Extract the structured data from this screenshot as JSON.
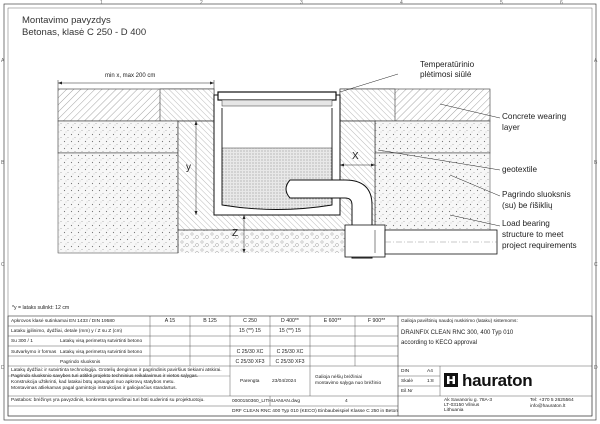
{
  "title": {
    "line1": "Montavimo pavyzdys",
    "line2": "Betonas, klasė C 250 - D 400"
  },
  "dimensions": {
    "top_width": "min x, max 200 cm",
    "y": "y",
    "x": "X",
    "z": "Z"
  },
  "labels": {
    "temp_line1": "Temperatūrinio",
    "temp_line2": "plėtimosi siūlė",
    "concrete_line1": "Concrete wearing",
    "concrete_line2": "layer",
    "geotextile": "geotextile",
    "pagrindo_line1": "Pagrindo sluoksnis",
    "pagrindo_line2": "(su) be ŕišiklių",
    "load_line1": "Load bearing",
    "load_line2": "structure to meet",
    "load_line3": "project requirements"
  },
  "footnote": "*y = lataks sulinkt: 12 cm",
  "table": {
    "header_left": "Apkrovos klasė sutinkamai EN 1433 / DIN 19580",
    "load_classes": [
      "A 15",
      "B 125",
      "C 250",
      "D 400**",
      "E 600**",
      "F 900**"
    ],
    "row_labels": [
      "Lataku įgilinimo, dydžiai, detale (mm) y / Z su Z (cm)",
      "Su 300 / 1",
      "Latakų visą perimetrą sutvirtinti betono",
      "Sutvarkymo ir formas",
      "Latakų visą perimetrą sutvirtinti betono",
      "Pagrindo sluoksnis"
    ],
    "row1_values": [
      "15 (**) 15",
      "15 (**) 15"
    ],
    "row2_values": [
      "C 25/30 XC",
      "C 25/30 XC"
    ],
    "row3_values": [
      "C 25/30 XF3",
      "C 25/30 XF3"
    ],
    "notes": [
      "Latakų dydžiai: ir sutvirtinta technologija. Grotelių dengimas ir pagrindinis paviršius tiekiami atskirai.",
      "Pagrindo sluoksnio savybes turi atitikti projekto techninius reikalavimus ir vietos sąlygas.",
      "Konstrukcija užtikrinti, kad latakai būtų apsaugoti nuo apkrovų statybos metu.",
      "Montavimas atliekamas pagal gamintojo instrukcijas ir galiojančius standartus.",
      "Pastabos: brėžinys yra pavyzdinis, konkretūs sprendimai turi būti suderinti su projektuotoju."
    ],
    "right_note": "Galioja pavištinių naudoj nuskirimo (lataku) sistemoms:",
    "product_line": "DRAINFIX CLEAN RNC 300, 400 Typ 010",
    "according": "according to KECO approval",
    "file": "0000150360_LITHUANIAN.dwg",
    "page_num": "4",
    "date_label": "Parengta",
    "date_value": "23/04/2024",
    "valid_note_line1": "Galioja nėšių brėžiniai",
    "valid_note_line2": "montavimo sąlyga nuo brėžinio",
    "din_label": "DIN",
    "din_value": "A4",
    "scale_label": "Skalė",
    "scale_value": "1:8",
    "sheet_label": "Eil.Nr",
    "bottom_line": "DRF CLEAN RNC 400 Typ 010 (KECO) Einbaubeispiel Klasse C 250 in Beton"
  },
  "brand": {
    "name": "hauraton",
    "address_line1": "Ak Savanoriu g. 78A-3",
    "address_line2": "LT-03150 Vilnius",
    "address_line3": "Lithuania",
    "phone": "Tel: +370 5 2625564",
    "email": "info@hauraton.lt"
  },
  "edge_marks": {
    "left": [
      "A",
      "B",
      "C",
      "D"
    ],
    "right": [
      "A",
      "B",
      "C",
      "D"
    ],
    "top": [
      "1",
      "2",
      "3",
      "4",
      "5",
      "6"
    ]
  },
  "colors": {
    "line": "#222222",
    "hatch": "#555555",
    "concrete": "#eeeeee",
    "gravel": "#f2f2f2"
  }
}
